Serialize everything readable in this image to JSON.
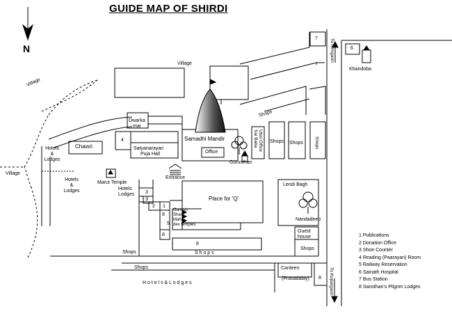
{
  "title": "GUIDE MAP OF SHIRDI",
  "north_label": "N",
  "labels": {
    "village_top": "Village",
    "village_left_top": "Village",
    "village_left": "Village",
    "dwarkamai_1": "Dwarka",
    "dwarkamai_2": "mai",
    "chawri": "Chawri",
    "hotels_lodges_1a": "Hotels",
    "hotels_lodges_1b": "&",
    "hotels_lodges_1c": "Lodges",
    "hotels_lodges_2a": "Hotels",
    "hotels_lodges_2b": "&",
    "hotels_lodges_2c": "Lodges",
    "maruti_temple": "Marut Temple",
    "hotels_lodges_3a": "Hotels",
    "hotels_lodges_3b": "Lodges",
    "num_4": "4",
    "satyanarayan_1": "Satyanarayan",
    "satyanarayan_2": "Puja Hall",
    "samadhi_mandir": "Samadhi Mandir",
    "office": "Office",
    "gurusthan": "Gurusthan",
    "sai_baba_1": "Sai Baba",
    "sai_baba_2": "Utsn Office",
    "shops_angled": "Shops",
    "shops_a": "Shops",
    "shops_b": "Shops",
    "shops_vertical": "Shops",
    "entrance": "Entrance",
    "place_for_q": "Place for 'Q'",
    "ganesh_1": "Ganesh",
    "ganesh_2": "Shani",
    "ganesh_3": "Maha-",
    "ganesh_4": "dev temples",
    "lendi_bagh": "Lendi Bagh",
    "nandadeep": "Nandadeep",
    "guest_1": "Guest",
    "guest_2": "house",
    "shops_small": "Shops",
    "shops_road_left": "Shops",
    "shops_road_mid": "S h o p s",
    "shops_lower": "Shops",
    "hotels_lodges_road": "H o t e l s  &  L o d g e s",
    "canteen": "Canteen",
    "prasadalay": "(Prasadalay)",
    "to_nimgaon": "To Nimgaon",
    "to_kopargaon": "To Kopargaon",
    "khandoba": "Khandoba",
    "num_7": "7",
    "num_6": "6",
    "num_8_road": "8",
    "num_8_a": "8",
    "num_8_b": "8",
    "num_8_c": "8",
    "num_3_a": "3",
    "num_3_b": "3",
    "num_2": "2",
    "num_1": "1",
    "num_5": "5"
  },
  "legend": [
    "1 Publications",
    "2 Donation Office",
    "3 Shoe Counter",
    "4 Reading (Paarayan) Room",
    "5 Railway Reservation",
    "6 Sainath Hospital",
    "7 Bus Station",
    "8 Sansthan's Pilgrim Lodges"
  ]
}
